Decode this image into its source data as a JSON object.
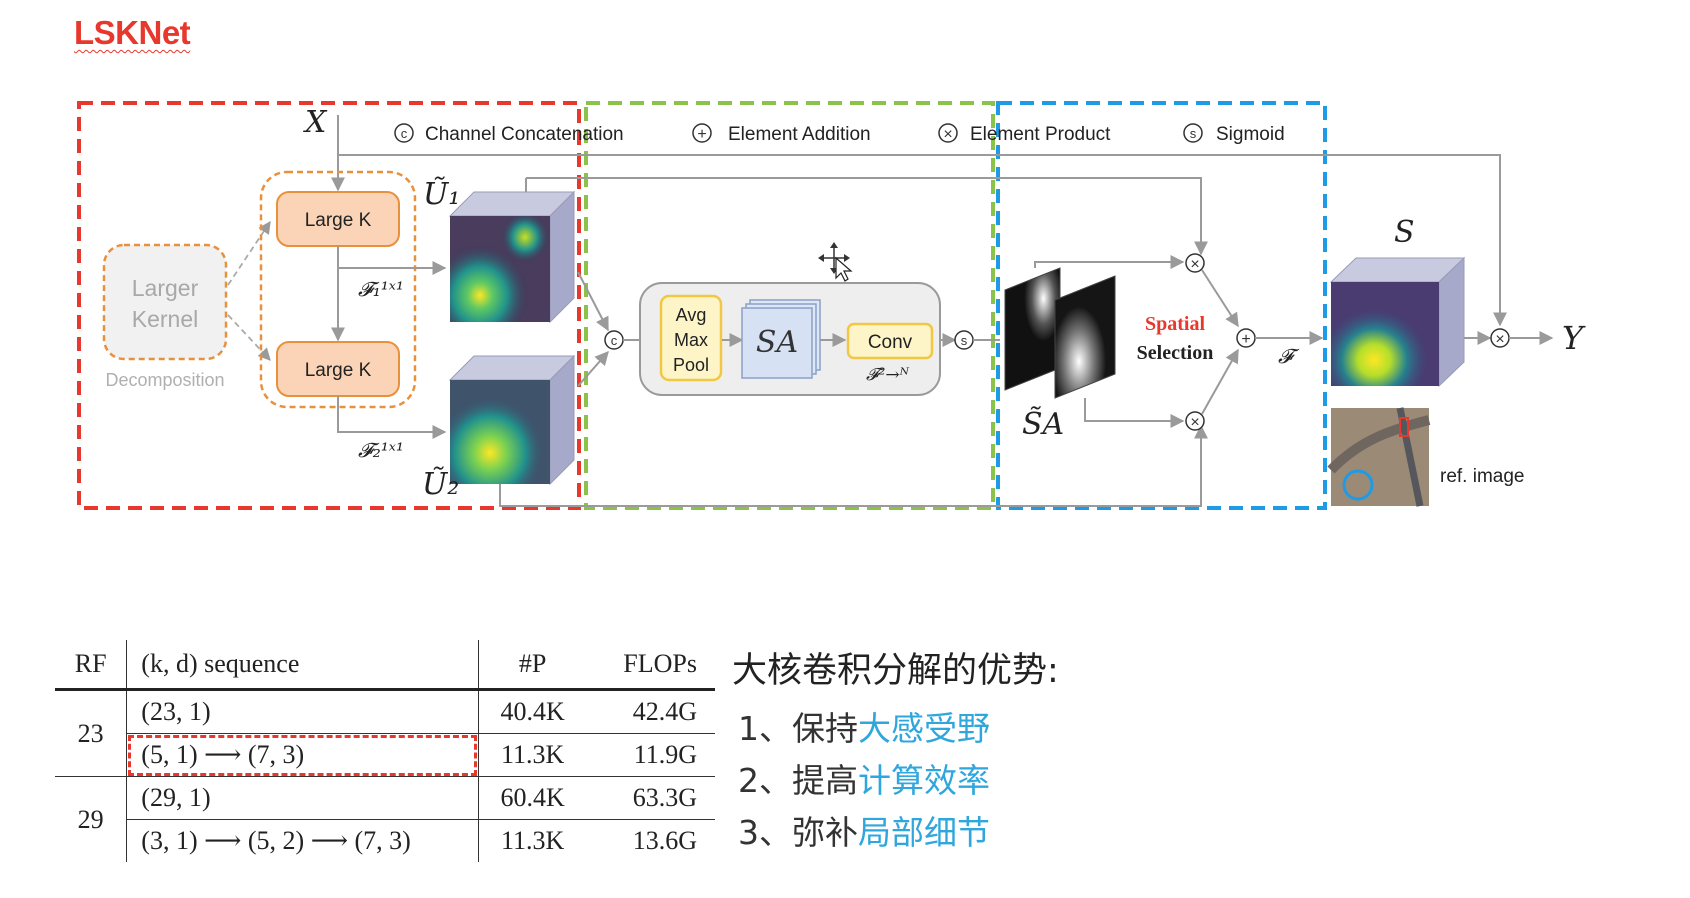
{
  "title": "LSKNet",
  "legend": {
    "concat": {
      "symbol": "c",
      "label": "Channel Concatenation"
    },
    "add": {
      "symbol": "+",
      "label": "Element Addition"
    },
    "product": {
      "symbol": "×",
      "label": "Element Product"
    },
    "sigmoid": {
      "symbol": "s",
      "label": "Sigmoid"
    }
  },
  "diagram": {
    "input": "X",
    "output": "Y",
    "larger_kernel": {
      "line1": "Larger",
      "line2": "Kernel"
    },
    "decomposition": "Decomposition",
    "large_k_top": "Large K",
    "large_k_bottom": "Large K",
    "f1": "𝓕₁¹ˣ¹",
    "f2": "𝓕₂¹ˣ¹",
    "u1": "Ũ₁",
    "u2": "Ũ₂",
    "pool": {
      "line1": "Avg",
      "line2": "Max",
      "line3": "Pool"
    },
    "sa": "SA",
    "conv": "Conv",
    "conv_sub": "𝓕²→ᴺ",
    "sa_tilde": "S̃A",
    "spatial": "Spatial",
    "selection": "Selection",
    "f": "𝓕",
    "s_label": "S",
    "ref_image": "ref. image"
  },
  "table": {
    "headers": {
      "rf": "RF",
      "seq": "(k, d) sequence",
      "p": "#P",
      "flops": "FLOPs"
    },
    "rows": [
      {
        "rf": "23",
        "seq": "(23, 1)",
        "p": "40.4K",
        "flops": "42.4G"
      },
      {
        "rf": "",
        "seq": "(5, 1) ⟶ (7, 3)",
        "p": "11.3K",
        "flops": "11.9G"
      },
      {
        "rf": "29",
        "seq": "(29, 1)",
        "p": "60.4K",
        "flops": "63.3G"
      },
      {
        "rf": "",
        "seq": "(3, 1) ⟶ (5, 2) ⟶ (7, 3)",
        "p": "11.3K",
        "flops": "13.6G"
      }
    ]
  },
  "advantages": {
    "title": "大核卷积分解的优势:",
    "items": [
      {
        "prefix": "1、保持",
        "highlight": "大感受野"
      },
      {
        "prefix": "2、提高",
        "highlight": "计算效率"
      },
      {
        "prefix": "3、弥补",
        "highlight": "局部细节"
      }
    ]
  },
  "colors": {
    "red": "#e8372c",
    "green": "#8bc34a",
    "blue": "#1f9be5",
    "orange": "#e7913f",
    "highlight": "#2fa6dc"
  }
}
